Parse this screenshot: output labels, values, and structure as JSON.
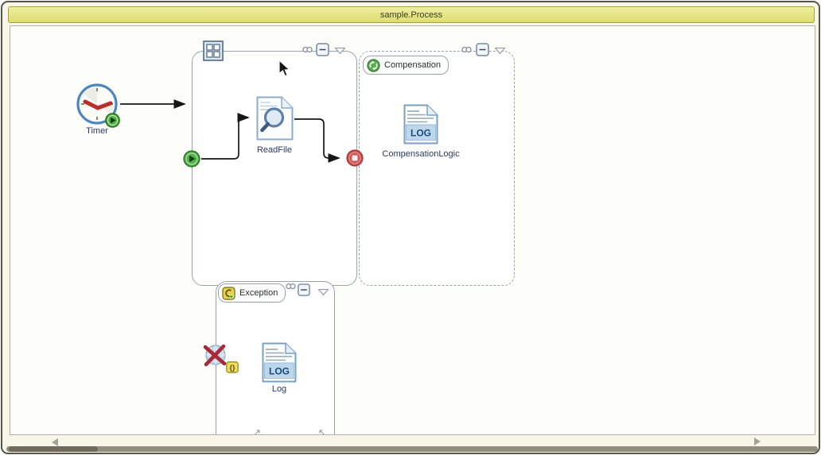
{
  "window": {
    "title": "sample.Process"
  },
  "diagram": {
    "timer": {
      "label": "Timer"
    },
    "readfile": {
      "label": "ReadFile"
    },
    "compensation_group": {
      "label": "Compensation"
    },
    "compensation_logic": {
      "label": "CompensationLogic",
      "icon_text": "LOG"
    },
    "exception_group": {
      "label": "Exception"
    },
    "log_activity": {
      "label": "Log",
      "icon_text": "LOG"
    },
    "catch_error_badge": "{}"
  },
  "colors": {
    "titlebar_bg": "#e2e37a",
    "titlebar_border": "#a2a346",
    "scope_border": "#9aa2ac",
    "start_event_green": "#55b24a",
    "end_event_red": "#d15252",
    "timer_ring_blue": "#4c86c2",
    "clock_hands_red": "#b82e2a",
    "node_label_text": "#2e3a64",
    "log_band_blue": "#bcd6ea",
    "log_text_navy": "#1a4a80",
    "exception_icon_yellow": "#e6d44e",
    "error_x_red": "#a62a38"
  }
}
